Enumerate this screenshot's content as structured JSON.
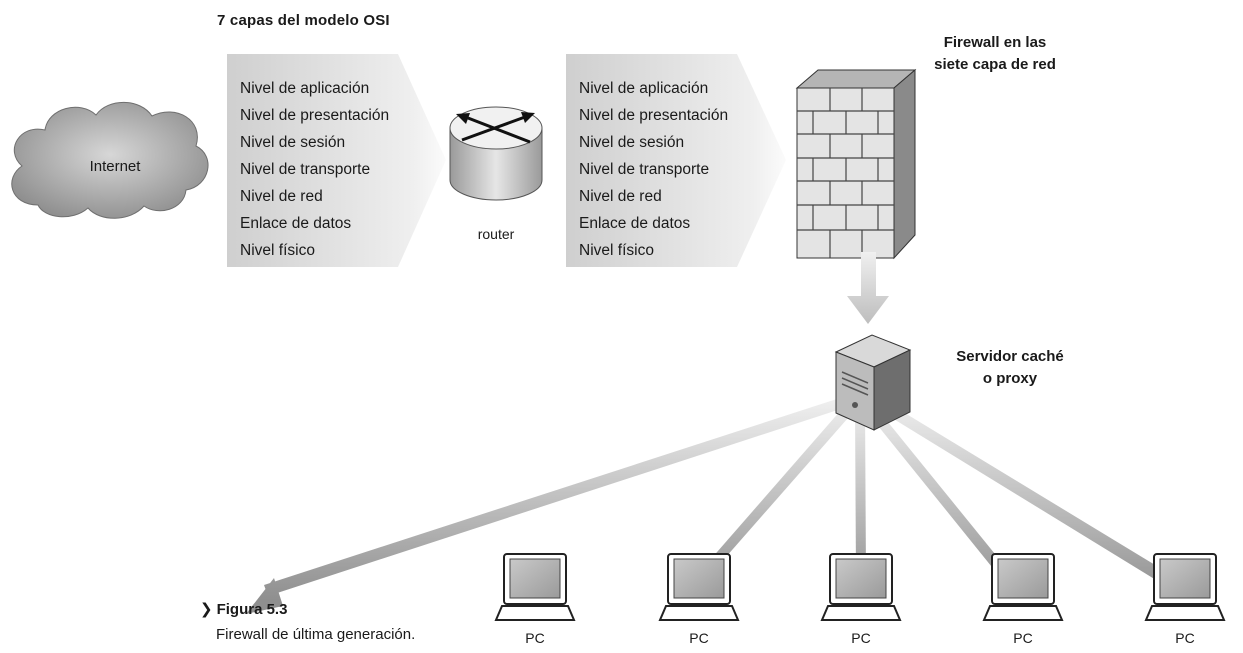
{
  "heading": "7 capas del modelo OSI",
  "internet_label": "Internet",
  "router_label": "router",
  "firewall_label_line1": "Firewall en las",
  "firewall_label_line2": "siete capa de red",
  "proxy_label_line1": "Servidor caché",
  "proxy_label_line2": "o proxy",
  "osi_layers_left": [
    "Nivel de aplicación",
    "Nivel de presentación",
    "Nivel de sesión",
    "Nivel de transporte",
    "Nivel de red",
    "Enlace de datos",
    "Nivel físico"
  ],
  "osi_layers_right": [
    "Nivel de aplicación",
    "Nivel de presentación",
    "Nivel de sesión",
    "Nivel de transporte",
    "Nivel de red",
    "Enlace de datos",
    "Nivel físico"
  ],
  "pc_labels": [
    "PC",
    "PC",
    "PC",
    "PC",
    "PC"
  ],
  "caption": {
    "number": "Figura 5.3",
    "text": "Firewall de última generación."
  },
  "icons": [
    "cloud-icon",
    "router-icon",
    "firewall-icon",
    "server-icon",
    "laptop-icon"
  ]
}
